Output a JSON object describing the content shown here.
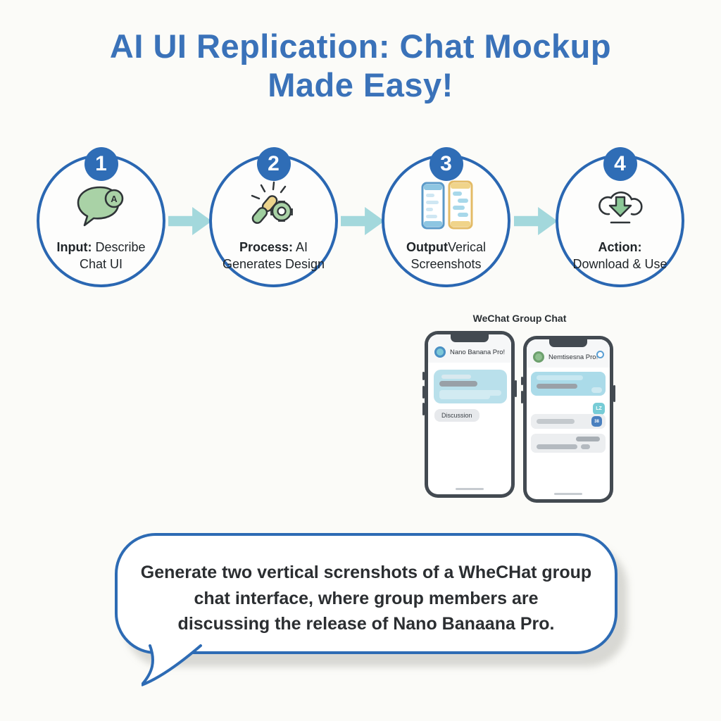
{
  "title": {
    "line1": "AI UI Replication: Chat Mockup",
    "line2": "Made Easy!"
  },
  "steps": [
    {
      "number": "1",
      "label_bold": "Input:",
      "label_rest": " Describe",
      "label_line2": "Chat UI",
      "icon": "chat-bubble-a-icon"
    },
    {
      "number": "2",
      "label_bold": "Process:",
      "label_rest": " AI",
      "label_line2": "Generates Design",
      "icon": "magic-wand-gear-icon"
    },
    {
      "number": "3",
      "label_bold": "Output",
      "label_rest": "Verical",
      "label_line2": "Screenshots",
      "icon": "phone-screenshots-icon"
    },
    {
      "number": "4",
      "label_bold": "Action:",
      "label_rest": "",
      "label_line2": "Download & Use",
      "icon": "cloud-download-icon"
    }
  ],
  "mockup": {
    "caption": "WeChat Group Chat",
    "phone1": {
      "header_title": "Nano Banana Pro!",
      "tag": "Discussion"
    },
    "phone2": {
      "header_title": "Nemtisesna Pro!",
      "badge_teal": "LZ",
      "badge_blue": "38"
    }
  },
  "speech_bubble": {
    "line1": "Generate two vertical screnshots of a WheCHat group",
    "line2": "chat interface, where group members are",
    "line3": "discussing the release of Nano Banaana Pro."
  },
  "colors": {
    "title_blue": "#3a72b9",
    "circle_border_blue": "#2a67b2",
    "badge_blue": "#2f6db6",
    "arrow_teal": "#a3d8dc",
    "icon_green": "#a9d2a6",
    "wand_yellow": "#ecd48c",
    "card_light_blue": "#b9e0eb",
    "teal_badge": "#77ccd6",
    "blue_badge": "#4a80bf",
    "bubble_border_blue": "#2d6bb4"
  }
}
